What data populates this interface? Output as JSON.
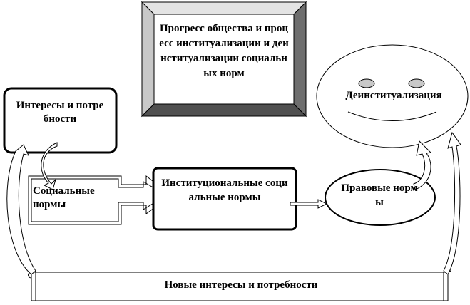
{
  "nodes": {
    "progress": "Прогресс общества и процесс институализации и деинституализации социальных норм",
    "interests": "Интересы и потребности",
    "social": "Социальные нормы",
    "institutional": "Институциональные социальные нормы",
    "legal": "Правовые нормы",
    "deinst": "Деинституализация",
    "new_interests": "Новые интересы и потребности"
  }
}
